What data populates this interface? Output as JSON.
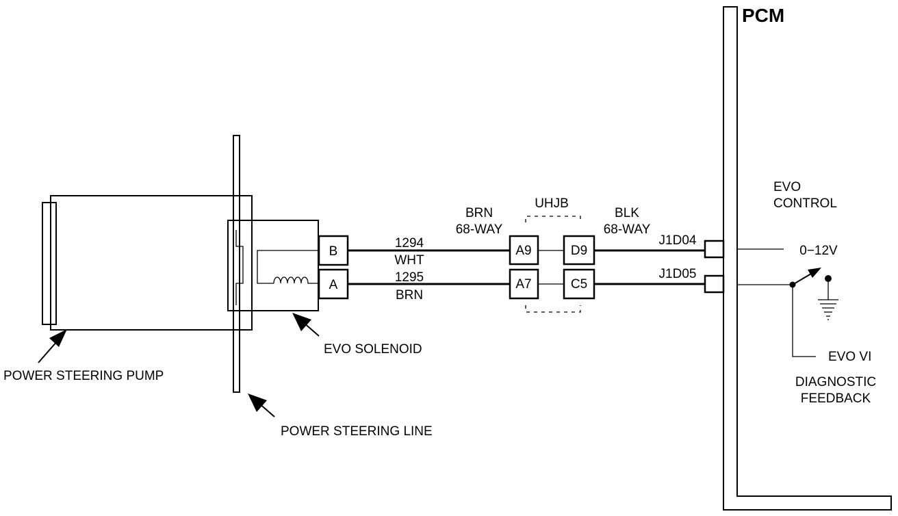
{
  "pcm": {
    "title": "PCM"
  },
  "components": {
    "pump": "POWER STEERING PUMP",
    "line": "POWER STEERING LINE",
    "solenoid": "EVO SOLENOID"
  },
  "solenoid_pins": {
    "b": "B",
    "a": "A"
  },
  "wires": {
    "top": {
      "circuit": "1294",
      "color": "WHT"
    },
    "bottom": {
      "circuit": "1295",
      "color": "BRN"
    }
  },
  "connector_left": {
    "color": "BRN",
    "type": "68-WAY"
  },
  "connector_right": {
    "color": "BLK",
    "type": "68-WAY"
  },
  "uhjb": {
    "label": "UHJB",
    "pins": {
      "a9": "A9",
      "d9": "D9",
      "a7": "A7",
      "c5": "C5"
    }
  },
  "pcm_pins": {
    "top": "J1D04",
    "bottom": "J1D05"
  },
  "evo_control": {
    "line1": "EVO",
    "line2": "CONTROL",
    "voltage": "0−12V"
  },
  "evo_vi": "EVO VI",
  "diagnostic": {
    "line1": "DIAGNOSTIC",
    "line2": "FEEDBACK"
  }
}
